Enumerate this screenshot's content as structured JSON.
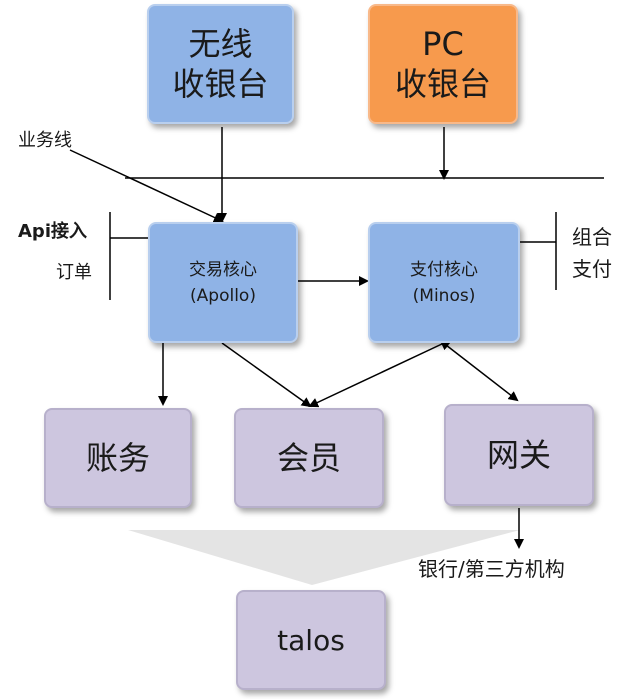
{
  "nodes": {
    "wireless_cashier": {
      "line1": "无线",
      "line2": "收银台"
    },
    "pc_cashier": {
      "line1": "PC",
      "line2": "收银台"
    },
    "trade_core": {
      "line1": "交易核心",
      "line2": "(Apollo)"
    },
    "pay_core": {
      "line1": "支付核心",
      "line2": "(Minos)"
    },
    "accounting": {
      "label": "账务"
    },
    "member": {
      "label": "会员"
    },
    "gateway": {
      "label": "网关"
    },
    "talos": {
      "label": "talos"
    }
  },
  "labels": {
    "business_line": "业务线",
    "api_access": "Api接入",
    "order": "订单",
    "combined": "组合",
    "payment": "支付",
    "bank_third_party": "银行/第三方机构"
  },
  "colors": {
    "blue_box": "#8fb3e6",
    "orange_box": "#f79a4d",
    "purple_box": "#cdc6df",
    "funnel": "#e4e4e4"
  }
}
